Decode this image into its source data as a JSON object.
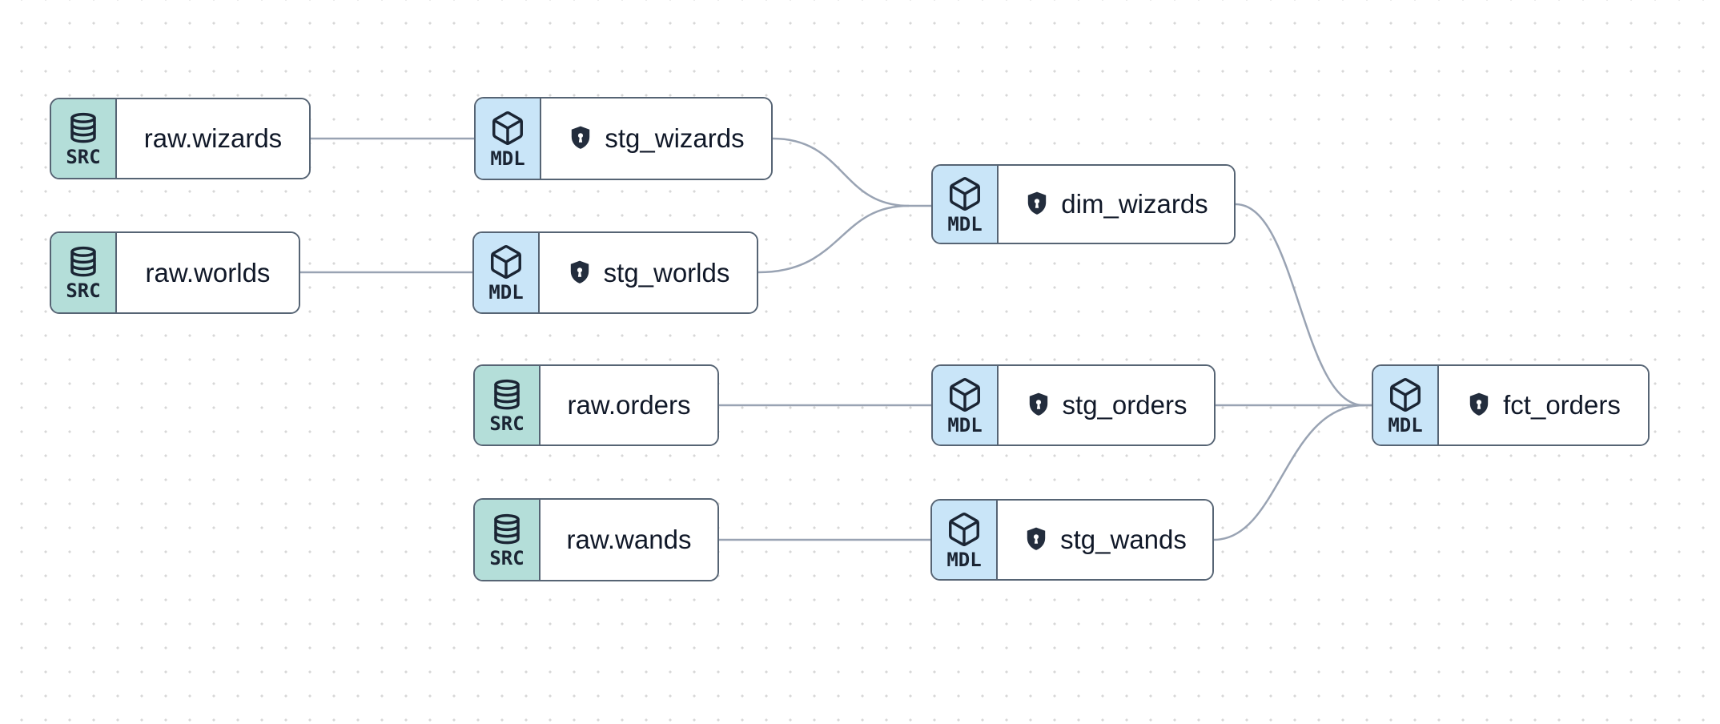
{
  "diagram": {
    "kind": "data-lineage-graph",
    "nodes": {
      "raw_wizards": {
        "badge": "SRC",
        "label": "raw.wizards",
        "type": "source",
        "shielded": false
      },
      "raw_worlds": {
        "badge": "SRC",
        "label": "raw.worlds",
        "type": "source",
        "shielded": false
      },
      "raw_orders": {
        "badge": "SRC",
        "label": "raw.orders",
        "type": "source",
        "shielded": false
      },
      "raw_wands": {
        "badge": "SRC",
        "label": "raw.wands",
        "type": "source",
        "shielded": false
      },
      "stg_wizards": {
        "badge": "MDL",
        "label": "stg_wizards",
        "type": "model",
        "shielded": true
      },
      "stg_worlds": {
        "badge": "MDL",
        "label": "stg_worlds",
        "type": "model",
        "shielded": true
      },
      "stg_orders": {
        "badge": "MDL",
        "label": "stg_orders",
        "type": "model",
        "shielded": true
      },
      "stg_wands": {
        "badge": "MDL",
        "label": "stg_wands",
        "type": "model",
        "shielded": true
      },
      "dim_wizards": {
        "badge": "MDL",
        "label": "dim_wizards",
        "type": "model",
        "shielded": true
      },
      "fct_orders": {
        "badge": "MDL",
        "label": "fct_orders",
        "type": "model",
        "shielded": true
      }
    },
    "edges": [
      {
        "from": "raw.wizards",
        "to": "stg_wizards"
      },
      {
        "from": "raw.worlds",
        "to": "stg_worlds"
      },
      {
        "from": "stg_wizards",
        "to": "dim_wizards"
      },
      {
        "from": "stg_worlds",
        "to": "dim_wizards"
      },
      {
        "from": "raw.orders",
        "to": "stg_orders"
      },
      {
        "from": "raw.wands",
        "to": "stg_wands"
      },
      {
        "from": "dim_wizards",
        "to": "fct_orders"
      },
      {
        "from": "stg_orders",
        "to": "fct_orders"
      },
      {
        "from": "stg_wands",
        "to": "fct_orders"
      }
    ],
    "icons": {
      "source_badge": "database-icon",
      "model_badge": "cube-icon",
      "model_title": "shield-icon"
    },
    "colors": {
      "canvas_bg": "#ffffff",
      "grid_dot": "#d7d7d7",
      "node_border": "#566474",
      "node_bg": "#ffffff",
      "src_badge_bg": "#b4ded9",
      "mdl_badge_bg": "#c9e5f8",
      "icon_text": "#1b2534",
      "title_text": "#101828",
      "shield_fill": "#232d3d",
      "edge": "#99a3b3"
    }
  }
}
